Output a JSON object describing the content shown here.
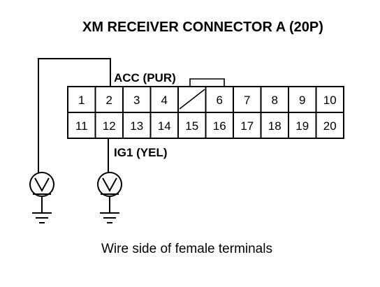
{
  "title": "XM RECEIVER CONNECTOR A (20P)",
  "labels": {
    "acc": "ACC (PUR)",
    "ig1": "IG1 (YEL)"
  },
  "connector": {
    "top_row": [
      "1",
      "2",
      "3",
      "4",
      "",
      "6",
      "7",
      "8",
      "9",
      "10"
    ],
    "bottom_row": [
      "11",
      "12",
      "13",
      "14",
      "15",
      "16",
      "17",
      "18",
      "19",
      "20"
    ]
  },
  "caption": "Wire side of female terminals"
}
